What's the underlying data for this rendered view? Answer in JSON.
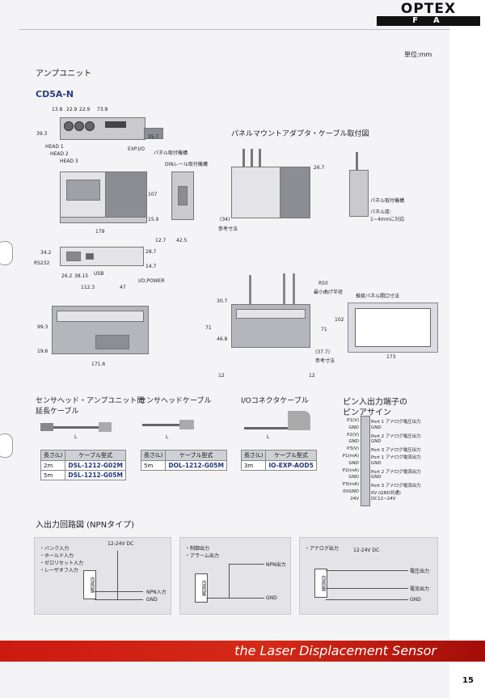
{
  "logo": {
    "top": "OPTEX",
    "bottom": "FA"
  },
  "unit": "単位:mm",
  "section_title": "アンプユニット",
  "model": "CD5A-N",
  "top_view": {
    "dims_top": [
      "13.8",
      "22.9",
      "22.9",
      "73.8"
    ],
    "dim_left": "39.3",
    "dim_right": "35.7",
    "labels": [
      "HEAD 1",
      "HEAD 2",
      "HEAD 3",
      "EXP.I/O"
    ]
  },
  "front_view": {
    "dim_h": "107",
    "dim_b": "15.9",
    "dim_w": "179"
  },
  "side_view": {
    "labels": [
      "パネル取付機構",
      "DINレール取付機構"
    ],
    "dims": [
      "12.7",
      "42.5"
    ]
  },
  "bottom_view": {
    "dims": [
      "34.2",
      "28.7",
      "14.7",
      "26.2",
      "38.15",
      "112.3",
      "47"
    ],
    "labels": [
      "RS232",
      "USB",
      "I/O,POWER"
    ]
  },
  "rear_view": {
    "dims": [
      "99.3",
      "19.6",
      "171.6"
    ]
  },
  "panel_section": {
    "title": "パネルマウントアダプタ・ケーブル取付図",
    "dims": [
      "26.7",
      "(34)",
      "30.7",
      "71",
      "46.8",
      "71",
      "12",
      "12",
      "(37.7)"
    ],
    "notes": [
      "参考寸法",
      "パネル取付機構",
      "パネル厚:",
      "1~4mmに対応",
      "R50",
      "最小曲げ半径",
      "参考寸法"
    ]
  },
  "cutout": {
    "title": "推奨パネル開口寸法",
    "h": "102",
    "w": "173"
  },
  "cables": [
    {
      "title_l1": "センサヘッド・アンプユニット間",
      "title_l2": "延長ケーブル",
      "L": "L",
      "headers": [
        "長さ(L)",
        "ケーブル型式"
      ],
      "rows": [
        [
          "2m",
          "DSL-1212-G02M"
        ],
        [
          "5m",
          "DSL-1212-G05M"
        ]
      ]
    },
    {
      "title_l1": "センサヘッドケーブル",
      "L": "L",
      "headers": [
        "長さ(L)",
        "ケーブル型式"
      ],
      "rows": [
        [
          "5m",
          "DOL-1212-G05M"
        ]
      ]
    },
    {
      "title_l1": "I/Oコネクタケーブル",
      "L": "L",
      "headers": [
        "長さ(L)",
        "ケーブル型式"
      ],
      "rows": [
        [
          "3m",
          "IO-EXP-AOD5"
        ]
      ]
    }
  ],
  "pin": {
    "title_l1": "ピン入出力端子の",
    "title_l2": "ピンアサイン",
    "rows": [
      [
        "P1(V)",
        "Port 1 アナログ電圧出力"
      ],
      [
        "GND",
        "GND"
      ],
      [
        "P2(V)",
        "Port 2 アナログ電圧出力"
      ],
      [
        "GND",
        "GND"
      ],
      [
        "P3(V)",
        "Port 3 アナログ電圧出力"
      ],
      [
        "P1(mA)",
        "Port 1 アナログ電流出力"
      ],
      [
        "GND",
        "GND"
      ],
      [
        "P2(mA)",
        "Port 2 アナログ電流出力"
      ],
      [
        "GND",
        "GND"
      ],
      [
        "P3(mA)",
        "Port 3 アナログ電流出力"
      ],
      [
        "0VGND",
        "0V (GND共通)"
      ],
      [
        "24V",
        "DC12~24V"
      ]
    ]
  },
  "circuit": {
    "title": "入出力回路図 (NPNタイプ)",
    "c1": {
      "items": [
        "・バンク入力",
        "・ホールド入力",
        "・ゼロリセット入力",
        "・レーザオフ入力"
      ],
      "dc": "12-24V DC",
      "inner": "内部回路",
      "npn": "NPN入力",
      "gnd": "GND"
    },
    "c2": {
      "items": [
        "・制御出力",
        "・アラーム出力"
      ],
      "inner": "内部回路",
      "npn": "NPN出力",
      "gnd": "GND"
    },
    "c3": {
      "items": [
        "・アナログ出力"
      ],
      "dc": "12-24V DC",
      "inner": "内部回路",
      "v": "電圧出力",
      "a": "電流出力",
      "gnd": "GND"
    }
  },
  "banner": "the Laser Displacement Sensor",
  "page_number": "15"
}
